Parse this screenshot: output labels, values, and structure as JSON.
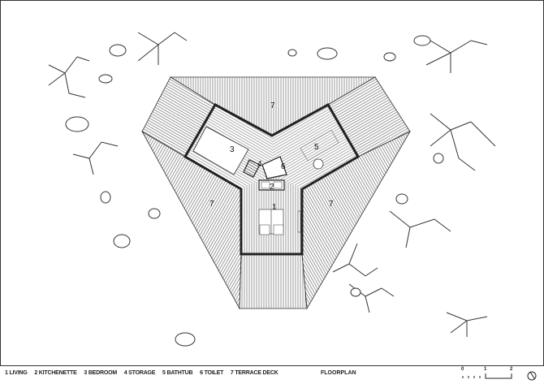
{
  "legend": [
    {
      "num": "1",
      "label": "LIVING"
    },
    {
      "num": "2",
      "label": "KITCHENETTE"
    },
    {
      "num": "3",
      "label": "BEDROOM"
    },
    {
      "num": "4",
      "label": "STORAGE"
    },
    {
      "num": "5",
      "label": "BATHTUB"
    },
    {
      "num": "6",
      "label": "TOILET"
    },
    {
      "num": "7",
      "label": "TERRACE DECK"
    }
  ],
  "plan_labels": {
    "living": "1",
    "kitchenette": "2",
    "bedroom": "3",
    "storage": "4",
    "bathtub": "5",
    "toilet": "6",
    "deck_top": "7",
    "deck_left": "7",
    "deck_right": "7"
  },
  "title": "FLOORPLAN",
  "scale": {
    "t0": "0",
    "t1": "1",
    "t2": "2"
  },
  "icons": [
    "north-arrow-icon",
    "tree-icon",
    "rock-icon"
  ],
  "colors": {
    "line": "#222222",
    "background": "#ffffff"
  }
}
